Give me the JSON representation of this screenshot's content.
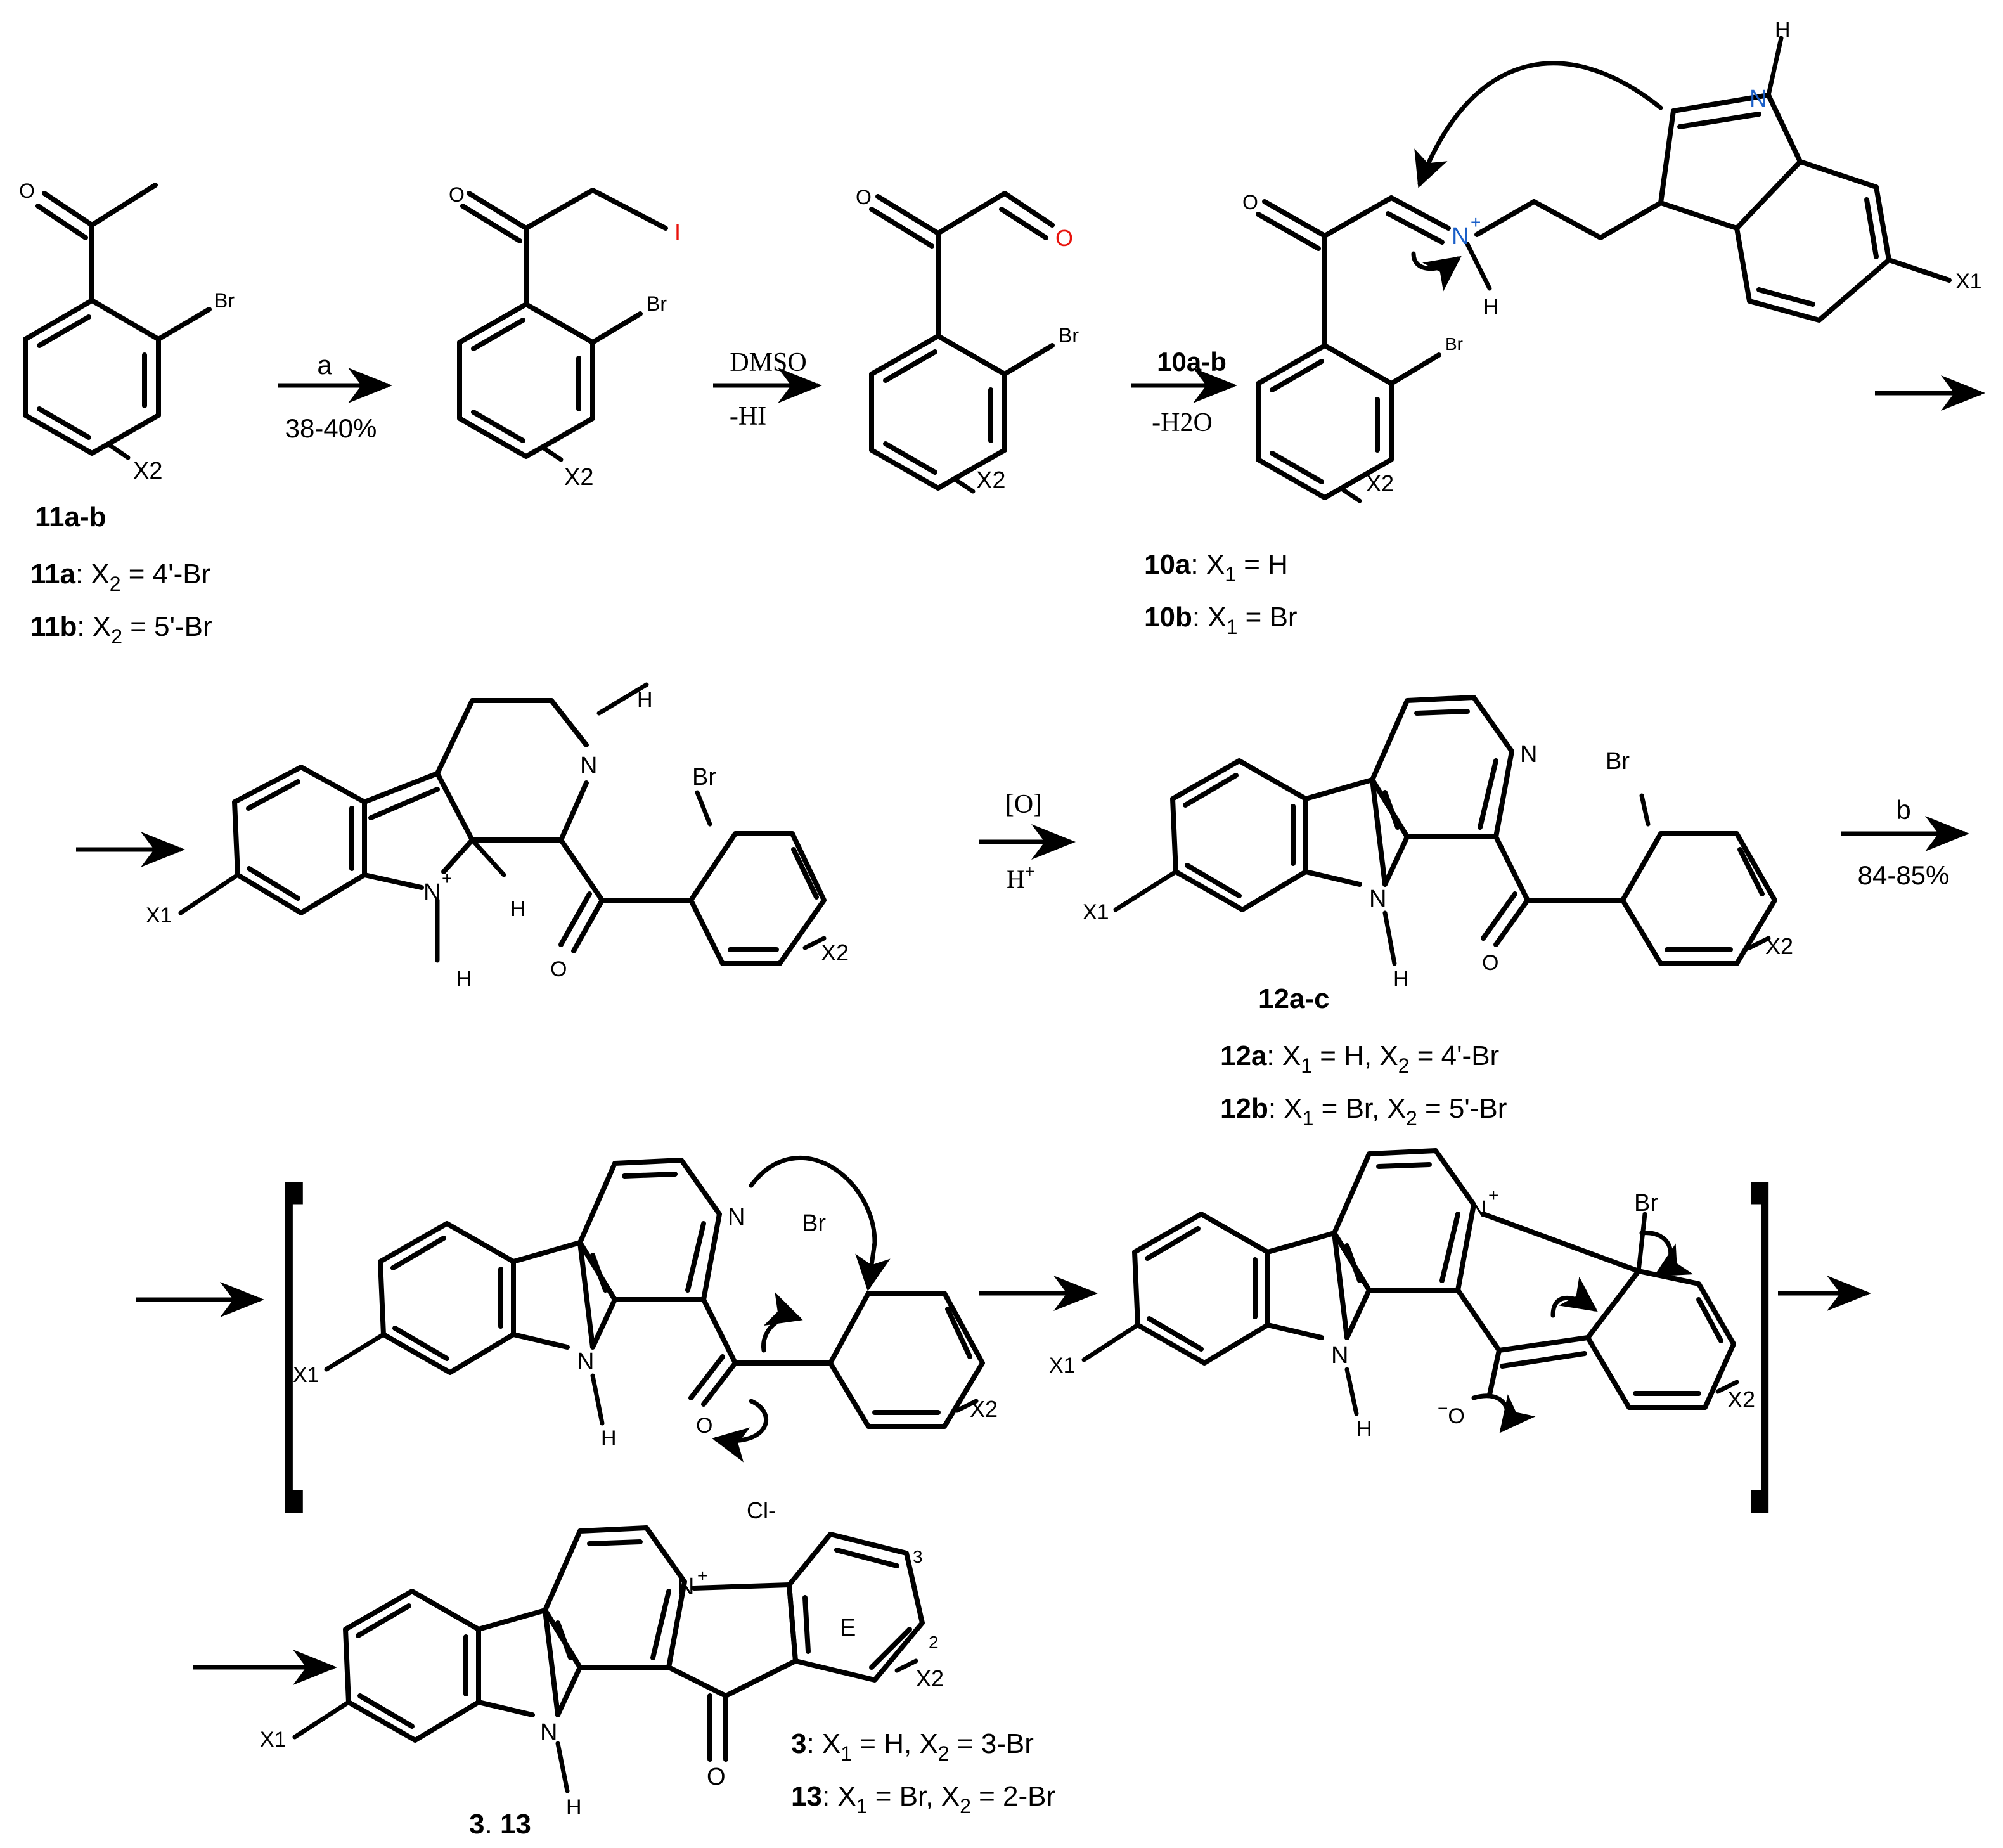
{
  "atoms": {
    "O": "O",
    "Br": "Br",
    "I": "I",
    "N": "N",
    "H": "H",
    "X1": "X1",
    "X2": "X2",
    "Nplus": "N",
    "plus": "+",
    "Hplus": "H",
    "Ominus": "O",
    "minus": "−",
    "Cl": "Cl-",
    "E": "E",
    "pos3": "3",
    "pos2": "2",
    "brk_open": "[",
    "brk_close": "]"
  },
  "colors": {
    "oxygen_red": "#e8120c",
    "nitrogen_blue": "#1a5fc8"
  },
  "reagents": {
    "a_top": "a",
    "a_bottom": "38-40%",
    "dmso_top": "DMSO",
    "dmso_bottom": "-HI",
    "r10_top": "10a-b",
    "r10_bottom": "-H2O",
    "ox_top": "[O]",
    "ox_bottom": "H",
    "b_top": "b",
    "b_bottom": "84-85%"
  },
  "labels": {
    "c11_name": "11a-b",
    "c11a_bold": "11a",
    "c11a_x": ": X",
    "c11a_sub": "2",
    "c11a_val": " = 4'-Br",
    "c11b_bold": "11b",
    "c11b_x": ": X",
    "c11b_sub": "2",
    "c11b_val": " = 5'-Br",
    "c10a_bold": "10a",
    "c10a_x": ": X",
    "c10a_sub": "1",
    "c10a_val": " = H",
    "c10b_bold": "10b",
    "c10b_x": ": X",
    "c10b_sub": "1",
    "c10b_val": " = Br",
    "c12_name": "12a-c",
    "c12a_bold": "12a",
    "c12a_x1": ": X",
    "c12a_s1": "1",
    "c12a_mid": " = H, X",
    "c12a_s2": "2",
    "c12a_val": " = 4'-Br",
    "c12b_bold": "12b",
    "c12b_x1": ": X",
    "c12b_s1": "1",
    "c12b_mid": " = Br, X",
    "c12b_s2": "2",
    "c12b_val": " = 5'-Br",
    "c3_bold": "3",
    "c3_x1": ": X",
    "c3_s1": "1",
    "c3_mid": " = H, X",
    "c3_s2": "2",
    "c3_val": " = 3-Br",
    "c13_bold": "13",
    "c13_x1": ": X",
    "c13_s1": "1",
    "c13_mid": " = Br, X",
    "c13_s2": "2",
    "c13_val": " = 2-Br",
    "final_a": "3",
    "final_sep": ". ",
    "final_b": "13"
  }
}
